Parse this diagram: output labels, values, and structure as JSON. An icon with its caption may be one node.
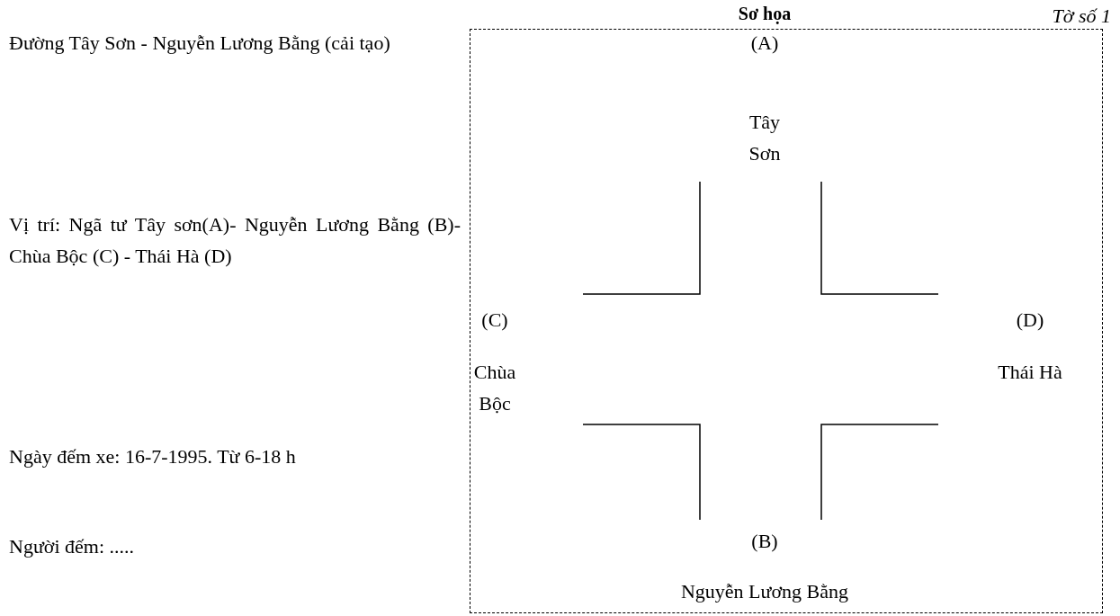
{
  "diagram": {
    "title": "Sơ họa",
    "nodes": [
      {
        "text": [],
        "shape": "box"
      }
    ],
    "labels": [
      "Tờ số 1",
      "Đường Tây Sơn - Nguyễn Lương Bằng (cải tạo)",
      "(A)",
      "Tây Sơn",
      "Vị trí: Ngã tư Tây sơn(A)- Nguyễn Lương Bằng (B)- Chùa Bộc (C) - Thái Hà (D)",
      "(C)",
      "(D)",
      "Chùa Bộc",
      "Thái Hà",
      "Ngày đếm xe: 16-7-1995. Từ 6-18 h",
      "Người đếm: .....",
      "(B)",
      "Nguyễn Lương Bằng"
    ]
  }
}
